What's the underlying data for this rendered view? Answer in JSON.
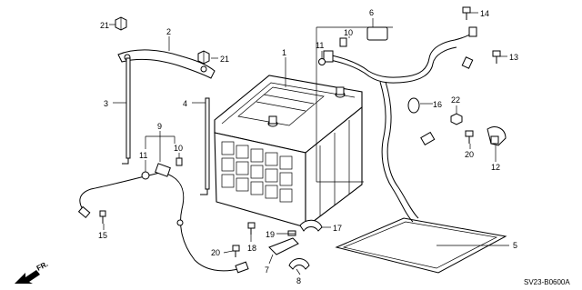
{
  "diagram": {
    "callouts": {
      "p1": "1",
      "p2": "2",
      "p3": "3",
      "p4": "4",
      "p5": "5",
      "p6": "6",
      "p7": "7",
      "p8": "8",
      "p9": "9",
      "p10a": "10",
      "p10b": "10",
      "p11a": "11",
      "p11b": "11",
      "p12": "12",
      "p13": "13",
      "p14": "14",
      "p15": "15",
      "p16": "16",
      "p17": "17",
      "p18": "18",
      "p19": "19",
      "p20a": "20",
      "p20b": "20",
      "p21a": "21",
      "p21b": "21",
      "p22": "22"
    },
    "diagram_code": "SV23-B0600A",
    "direction_label": "FR."
  }
}
